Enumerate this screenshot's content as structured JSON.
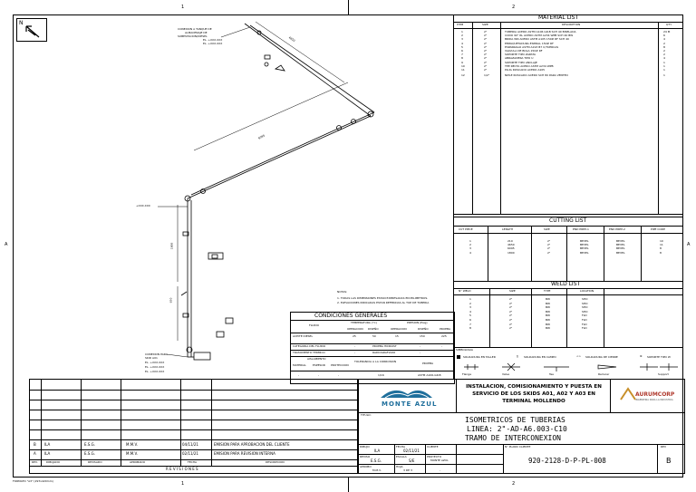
{
  "zone_marks": {
    "top_1": "1",
    "top_2": "2",
    "bottom_1": "1",
    "bottom_2": "2",
    "left": "A",
    "right": "A"
  },
  "north": {
    "label": "N"
  },
  "drawing_notes": {
    "top_callout": [
      "CONEXION A TANQUE DE",
      "ALMACENAJE DE",
      "SUBESTACION/DIESEL",
      "EL. +XXX.XXX",
      "EL. +XXX.XXX"
    ],
    "dim_top": "4650",
    "dim_mid": "6095",
    "dim_v1": "1800",
    "dim_v2": "650",
    "left_tag": "+XXX.XXX",
    "bottom_callout": [
      "CONEXION PARA",
      "SKID A01",
      "EL. +XXX.XXX",
      "EL. +XXX.XXX",
      "EL. +XXX.XXX"
    ],
    "notes_title": "NOTAS:",
    "notes": [
      "1. TODAS LAS DIMENSIONES ESTAN EXPRESADAS EN MILIMETROS.",
      "2. ELEVACIONES INDICADAS ESTAN REFERIDAS AL TOP DE TUBERIA"
    ]
  },
  "material_list": {
    "title": "MATERIAL LIST",
    "headers": [
      "ITEM",
      "SIZE",
      "DESCRIPTION",
      "QTY"
    ],
    "rows": [
      [
        "1",
        "2\"",
        "TUBERIA ACERO ASTM A106 GR.B SCH 40 BISELADA",
        "24 M"
      ],
      [
        "2",
        "2\"",
        "CODO 90° RL ACERO ASTM A234 WPB SCH 40 BW",
        "6"
      ],
      [
        "3",
        "2\"",
        "BRIDA WN ACERO ASTM A105 150# RF SCH 40",
        "4"
      ],
      [
        "4",
        "2\"",
        "EMPAQUETADURA ESPIRAL 150# RF",
        "2"
      ],
      [
        "5",
        "2\"",
        "ESPARRAGO ASTM A193 B7 C/TUERCAS",
        "8"
      ],
      [
        "6",
        "2\"",
        "VALVULA DE BOLA 150# RF",
        "2"
      ],
      [
        "7",
        "2\"",
        "SOPORTE TIPO ZAPATA",
        "2"
      ],
      [
        "8",
        "2\"",
        "ABRAZADERA TIPO U",
        "4"
      ],
      [
        "9",
        "2\"",
        "SOPORTE TIPO ANCLAJE",
        "1"
      ],
      [
        "10",
        "2\"",
        "TEE RECTA ACERO ASTM A234 WPB",
        "1"
      ],
      [
        "11",
        "2\"",
        "PLUG ROSCADO ACERO A105",
        "1"
      ],
      [
        "12",
        "1/2\"",
        "NIPLE ROSCADO ACERO SCH 80 PARA VENTEO",
        "1"
      ]
    ]
  },
  "cutting_list": {
    "title": "CUTTING LIST",
    "headers": [
      "CUT PIECE",
      "LENGTH",
      "SIZE",
      "END PREP-1",
      "END PREP-2",
      "PIPE CODE"
    ],
    "rows": [
      [
        "1",
        "210",
        "2\"",
        "BEVEL",
        "BEVEL",
        "10"
      ],
      [
        "2",
        "4650",
        "2\"",
        "BEVEL",
        "BEVEL",
        "11"
      ],
      [
        "3",
        "6095",
        "2\"",
        "BEVEL",
        "BEVEL",
        "8"
      ],
      [
        "4",
        "1800",
        "2\"",
        "BEVEL",
        "BEVEL",
        "8"
      ]
    ]
  },
  "weld_list": {
    "title": "WELD LIST",
    "headers": [
      "N° WELD",
      "SIZE",
      "TYPE",
      "LOCATION"
    ],
    "rows": [
      [
        "1",
        "2\"",
        "BW",
        "SHO"
      ],
      [
        "2",
        "2\"",
        "BW",
        "SHO"
      ],
      [
        "3",
        "2\"",
        "BW",
        "SHO"
      ],
      [
        "4",
        "2\"",
        "BW",
        "SHO"
      ],
      [
        "5",
        "2\"",
        "BW",
        "FLD"
      ],
      [
        "6",
        "2\"",
        "BW",
        "FLD"
      ],
      [
        "7",
        "2\"",
        "BW",
        "FLD"
      ],
      [
        "8",
        "2\"",
        "BW",
        "FLD"
      ]
    ]
  },
  "symbols": {
    "title": "SIMBOLOGIA",
    "items": [
      "SOLDADURA EN TALLER",
      "SOLDADURA EN CAMPO",
      "SOLDADURA DE CIERRE",
      "SOPORTE TIPO W"
    ],
    "icons": [
      "Flange",
      "Valve",
      "Tee",
      "Reducer",
      "Support"
    ]
  },
  "conditions": {
    "title": "CONDICIONES GENERALES",
    "fluid": "FLUIDO",
    "temp": "TEMPERATURA (°C)",
    "press": "PRESION (Psig)",
    "op": "OPERACION",
    "des": "DISEÑO",
    "op2": "OPERACION",
    "des2": "DISEÑO",
    "test": "PRUEBA",
    "r1": [
      "ACEITE DIESEL",
      "25",
      "50",
      "15",
      "150",
      "225"
    ],
    "r2": [
      "CATEGORIA DEL FLUIDO",
      "-",
      "PRUEBA HIDROST",
      "-",
      "-"
    ],
    "r3": [
      "TRATAMIENTO TERMICO",
      "-",
      "RADIOGRAFIADO",
      "-"
    ],
    "insul": "AISLAMIENTO",
    "mat": "MATERIAL",
    "esp": "ESPESOR",
    "prot": "PROTECCION",
    "cor": "TOLERANCIA A LA CORROSION",
    "mr": [
      "-",
      "-",
      "-",
      "1/16",
      "ASTM A106-GR.B"
    ]
  },
  "revisions": {
    "rows": [
      [
        "B",
        "ILA",
        "E.S.G.",
        "M.M.V.",
        "04/11/21",
        "EMISION PARA APROBACION DEL CLIENTE"
      ],
      [
        "A",
        "ILA",
        "E.S.G.",
        "M.M.V.",
        "02/11/21",
        "EMISION PARA REVISION INTERNA"
      ],
      [
        "REV.",
        "DIBUJADO",
        "REVISADO",
        "APROBADO",
        "FECHA",
        "DESCRIPCION"
      ]
    ],
    "title": "R E V I S I O N E S"
  },
  "title_block": {
    "client": "MONTE AZUL",
    "project": "INSTALACION, COMISIONAMIENTO Y PUESTA EN SERVICIO DE LOS SKIDS A01, A02 Y A03 EN TERMINAL MOLLENDO",
    "company": "AURUMCORP",
    "company_sub": "INGENIERIA PARA LA INDUSTRIA",
    "title_label": "TITULO:",
    "t1": "ISOMETRICOS DE TUBERIAS",
    "t2": "LINEA: 2\"-AD-A6.003-C10",
    "t3": "TRAMO DE INTERCONEXION",
    "dib_label": "DIBUJO",
    "dib": "ILA",
    "fecha_label": "FECHA",
    "fecha": "02/11/21",
    "rev_label": "REVISO",
    "rev": "E.S.G.",
    "escala_label": "ESCALA",
    "escala": "S/E",
    "proyecto_label": "PROYECTO",
    "proyecto": "MONTE AZUL",
    "aprobo_label": "APROBO",
    "aprobo": "M.M.V.",
    "hoja_label": "HOJA",
    "hoja": "3 DE 3",
    "cliente_label": "CLIENTE",
    "cliente": "-",
    "plano_label": "N° PLANO CLIENTE",
    "plano": "920-2128-D-P-PL-008",
    "revn_label": "REV",
    "revn": "B"
  },
  "format": "FORMATO \"A3\" (297x420mm)"
}
